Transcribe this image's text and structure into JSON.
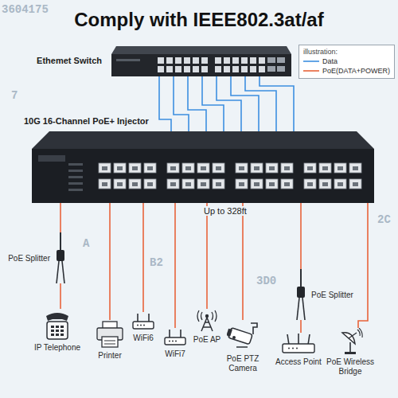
{
  "diagram": {
    "title": "Comply with IEEE802.3at/af",
    "nodes": [
      {
        "text": [
          "Ethemet Switch"
        ]
      },
      {
        "text": [
          "10G 16-Channel PoE+ Injector"
        ]
      },
      {
        "text": [
          "PoE Splitter"
        ]
      },
      {
        "text": [
          "PoE Splitter"
        ]
      },
      {
        "text": [
          "IP Telephone"
        ]
      },
      {
        "text": [
          "Printer"
        ]
      },
      {
        "text": [
          "WiFi6"
        ]
      },
      {
        "text": [
          "WiFi7"
        ]
      },
      {
        "text": [
          "PoE AP"
        ]
      },
      {
        "text": [
          "PoE PTZ Camera"
        ]
      },
      {
        "text": [
          "Access Point"
        ]
      },
      {
        "text": [
          "PoE Wireless Bridge"
        ]
      }
    ],
    "edges": [
      {
        "from": 0,
        "to": 1,
        "arrow": "none"
      },
      {
        "from": 0,
        "to": 1,
        "arrow": "none"
      },
      {
        "from": 0,
        "to": 1,
        "arrow": "none"
      },
      {
        "from": 0,
        "to": 1,
        "arrow": "none"
      },
      {
        "from": 0,
        "to": 1,
        "arrow": "none"
      },
      {
        "from": 0,
        "to": 1,
        "arrow": "none"
      },
      {
        "from": 0,
        "to": 1,
        "arrow": "none"
      },
      {
        "from": 0,
        "to": 1,
        "arrow": "none"
      },
      {
        "from": 1,
        "to": 2,
        "arrow": "none"
      },
      {
        "from": 2,
        "to": 4,
        "arrow": "none"
      },
      {
        "from": 1,
        "to": 5,
        "arrow": "none"
      },
      {
        "from": 1,
        "to": 6,
        "arrow": "none"
      },
      {
        "from": 1,
        "to": 7,
        "arrow": "none"
      },
      {
        "from": 1,
        "to": 8,
        "arrow": "none"
      },
      {
        "from": 1,
        "to": 9,
        "arrow": "none"
      },
      {
        "from": 1,
        "to": 3,
        "arrow": "none"
      },
      {
        "from": 3,
        "to": 10,
        "arrow": "none"
      },
      {
        "from": 1,
        "to": 11,
        "arrow": "none"
      }
    ],
    "labels": [
      "illustration:",
      "Up to 328ft",
      "3604175",
      "7",
      "2C",
      "B2",
      "3D0",
      "A"
    ],
    "legend": [
      {
        "text": "Data"
      },
      {
        "text": "PoE(DATA+POWER)"
      }
    ]
  }
}
